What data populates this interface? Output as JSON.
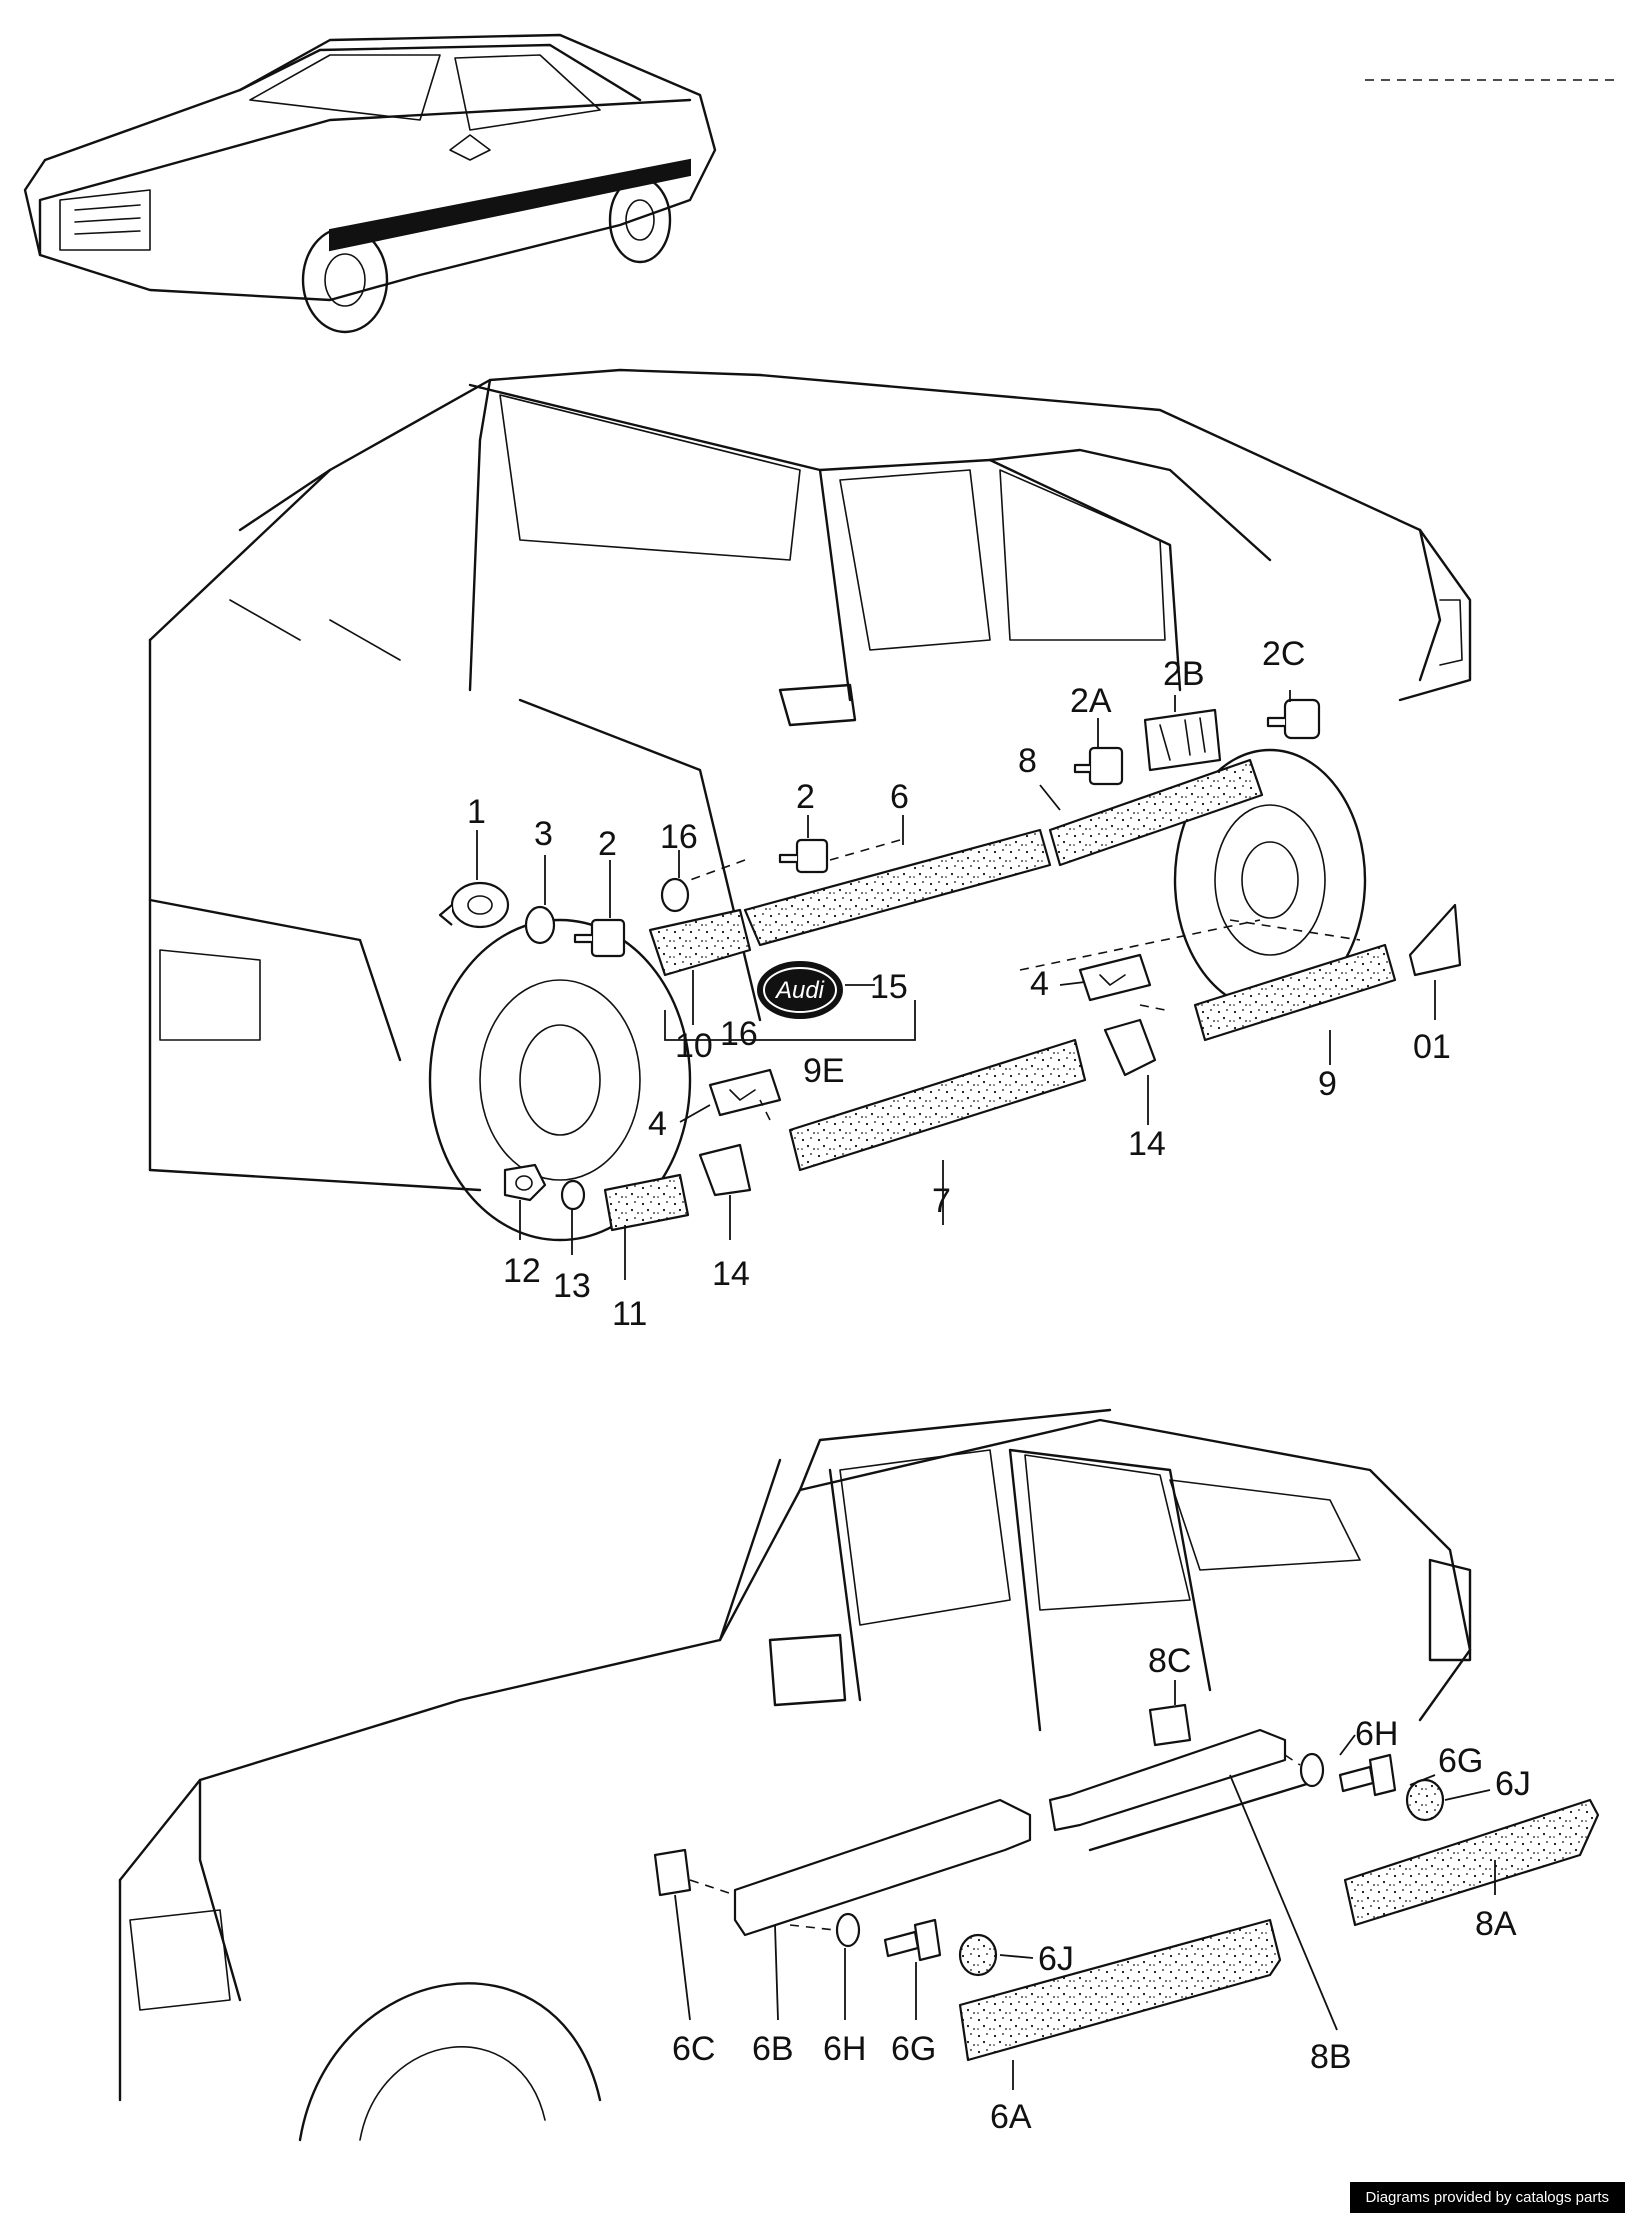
{
  "diagram": {
    "callouts": {
      "top": [
        "1",
        "3",
        "2",
        "16",
        "2",
        "6",
        "8",
        "2A",
        "2B",
        "2C",
        "10",
        "16",
        "15",
        "9E",
        "4",
        "4",
        "9",
        "01",
        "14",
        "14",
        "7",
        "12",
        "13",
        "11"
      ],
      "bottom": [
        "8C",
        "6H",
        "6G",
        "6J",
        "6J",
        "8A",
        "8B",
        "6C",
        "6B",
        "6H",
        "6G",
        "6A"
      ]
    },
    "badge": "Audi"
  },
  "footer": {
    "credit": "Diagrams provided by catalogs parts"
  }
}
